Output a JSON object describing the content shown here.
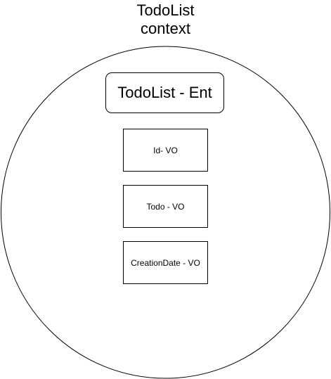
{
  "context": {
    "title_line1": "TodoList",
    "title_line2": "context"
  },
  "entity": {
    "label": "TodoList - Ent"
  },
  "value_objects": [
    {
      "label": "Id- VO"
    },
    {
      "label": "Todo - VO"
    },
    {
      "label": "CreationDate - VO"
    }
  ],
  "colors": {
    "stroke": "#000000",
    "fill": "#ffffff"
  }
}
